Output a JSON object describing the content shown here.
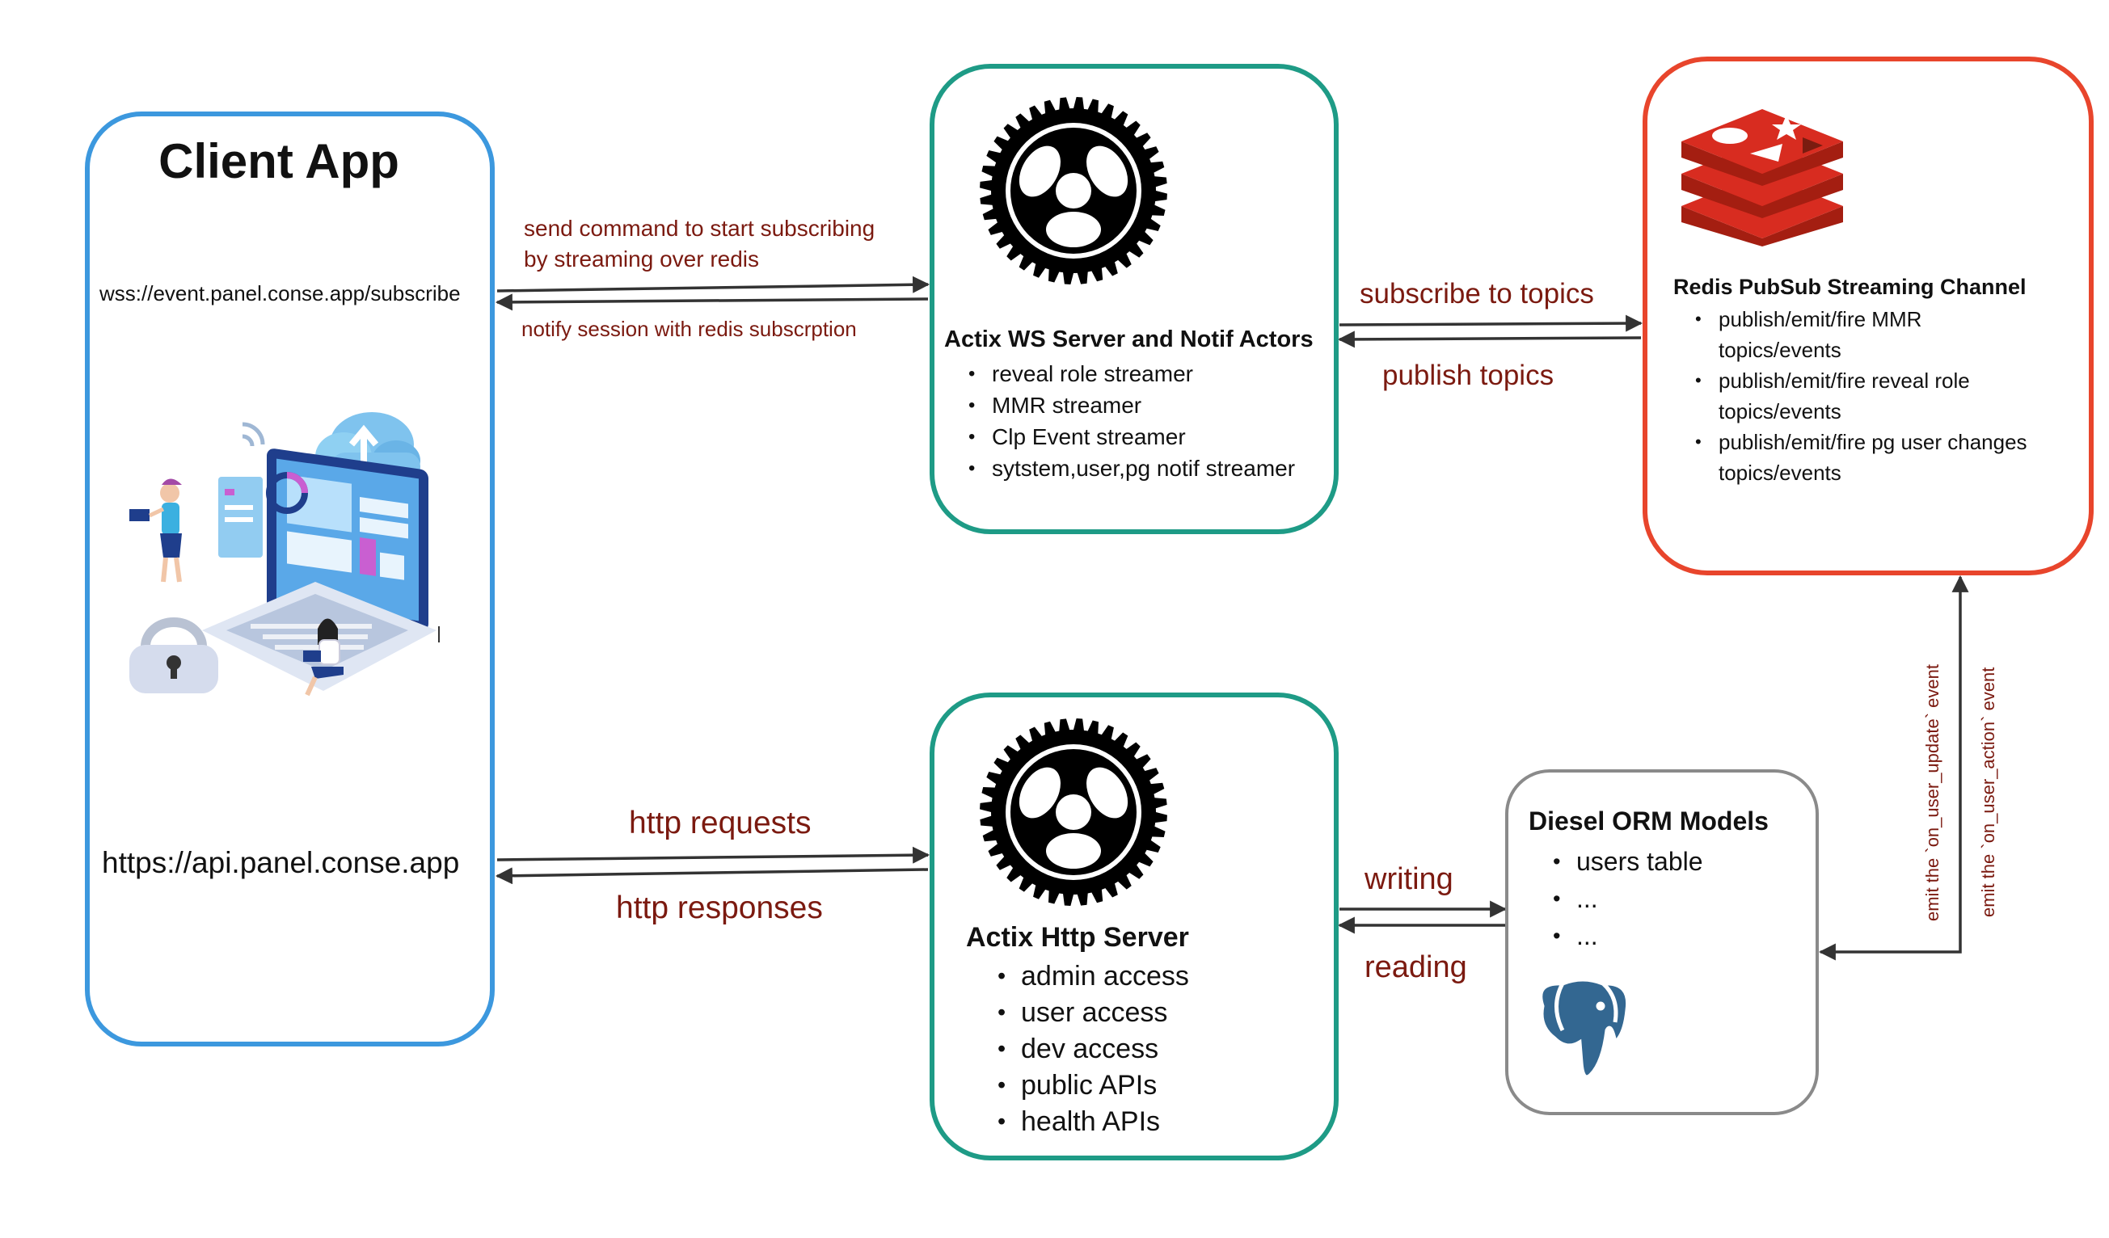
{
  "client": {
    "title": "Client App",
    "ws_url": "wss://event.panel.conse.app/subscribe",
    "api_url": "https://api.panel.conse.app",
    "illustration_icon": "laptop-cloud-illustration-icon"
  },
  "ws_server": {
    "title": "Actix WS Server and Notif Actors",
    "icon": "actix-gear-icon",
    "items": [
      "reveal role streamer",
      "MMR streamer",
      "Clp Event streamer",
      "sytstem,user,pg notif streamer"
    ]
  },
  "http_server": {
    "title": "Actix Http Server",
    "icon": "actix-gear-icon",
    "items": [
      "admin access",
      "user access",
      "dev access",
      "public APIs",
      "health APIs"
    ]
  },
  "redis": {
    "title": "Redis PubSub Streaming Channel",
    "icon": "redis-logo-icon",
    "items": [
      {
        "line1": "publish/emit/fire MMR",
        "line2": "topics/events"
      },
      {
        "line1": "publish/emit/fire reveal role",
        "line2": "topics/events"
      },
      {
        "line1": "publish/emit/fire pg user changes",
        "line2": "topics/events"
      }
    ]
  },
  "diesel": {
    "title": "Diesel ORM Models",
    "icon": "postgresql-elephant-icon",
    "items": [
      "users table",
      "...",
      "..."
    ]
  },
  "edges": {
    "send_command_line1": "send command to start subscribing",
    "send_command_line2": "by streaming over redis",
    "notify_session": "notify session with redis subscrption",
    "subscribe_topics": "subscribe to topics",
    "publish_topics": "publish topics",
    "http_requests": "http requests",
    "http_responses": "http responses",
    "writing": "writing",
    "reading": "reading",
    "emit_user_update": "emit the `on_user_update` event",
    "emit_user_action": "emit the `on_user_action` event"
  },
  "colors": {
    "client_border": "#3c98de",
    "actix_border": "#1e9b86",
    "redis_border": "#e8452c",
    "diesel_border": "#8a8a8a",
    "label_text": "#7b1a10",
    "redis_red": "#d82c20",
    "postgres_blue": "#336791"
  }
}
